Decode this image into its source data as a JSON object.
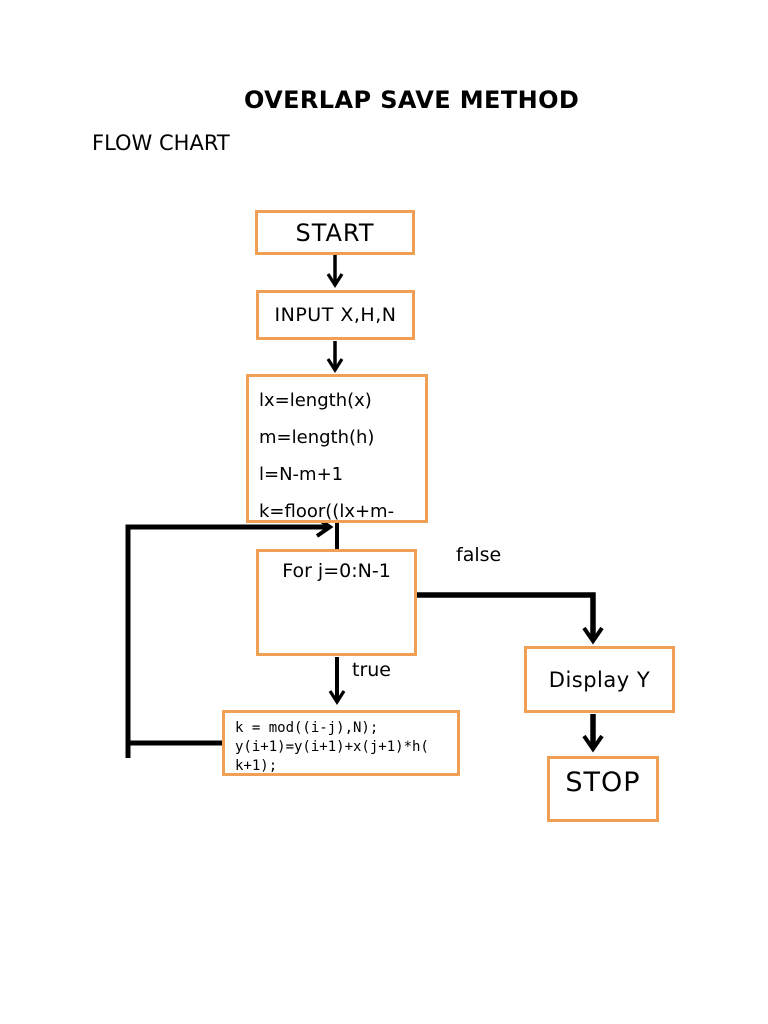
{
  "page": {
    "title": "OVERLAP SAVE METHOD",
    "subtitle": "FLOW CHART"
  },
  "colors": {
    "node_border": "#F0A055",
    "arrow": "#000000",
    "text": "#000000",
    "background": "#ffffff"
  },
  "nodes": {
    "start": {
      "label": "START"
    },
    "input": {
      "label": "INPUT X,H,N"
    },
    "vars": {
      "lines": [
        "lx=length(x)",
        "m=length(h)",
        "l=N-m+1",
        "k=floor((lx+m-"
      ]
    },
    "for_loop": {
      "label": "For j=0:N-1"
    },
    "code": {
      "lines": [
        "k = mod((i-j),N);",
        "y(i+1)=y(i+1)+x(j+1)*h(",
        "k+1);"
      ]
    },
    "display": {
      "label": "Display Y"
    },
    "stop": {
      "label": "STOP"
    }
  },
  "edge_labels": {
    "true_branch": "true",
    "false_branch": "false"
  }
}
